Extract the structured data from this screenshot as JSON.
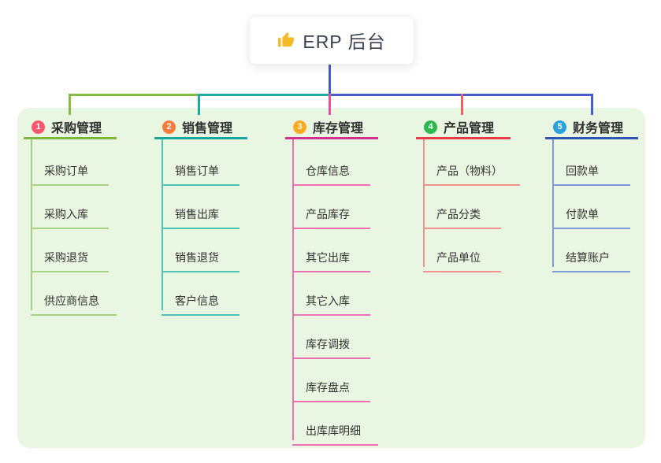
{
  "root": {
    "label": "ERP 后台",
    "icon": "thumbs-up",
    "connector_color": "#4a5bcd"
  },
  "panel": {
    "background": "#e9f6e2"
  },
  "branches": [
    {
      "num": "1",
      "label": "采购管理",
      "badge_color": "#f8566d",
      "line_color": "#7fb840",
      "item_line_color": "#a6d383",
      "items": [
        "采购订单",
        "采购入库",
        "采购退货",
        "供应商信息"
      ]
    },
    {
      "num": "2",
      "label": "销售管理",
      "badge_color": "#fa7d3c",
      "line_color": "#17a99d",
      "item_line_color": "#4fc2b6",
      "items": [
        "销售订单",
        "销售出库",
        "销售退货",
        "客户信息"
      ]
    },
    {
      "num": "3",
      "label": "库存管理",
      "badge_color": "#fbab1f",
      "line_color": "#d2318e",
      "item_line_color": "#ee6fb3",
      "items": [
        "仓库信息",
        "产品库存",
        "其它出库",
        "其它入库",
        "库存调拨",
        "库存盘点",
        "出库库明细"
      ]
    },
    {
      "num": "4",
      "label": "产品管理",
      "badge_color": "#2eb850",
      "line_color": "#e73c46",
      "item_line_color": "#f4908d",
      "items": [
        "产品（物料）",
        "产品分类",
        "产品单位"
      ]
    },
    {
      "num": "5",
      "label": "财务管理",
      "badge_color": "#2aa0dc",
      "line_color": "#2f57b5",
      "item_line_color": "#8099d8",
      "items": [
        "回款单",
        "付款单",
        "结算账户"
      ]
    }
  ]
}
